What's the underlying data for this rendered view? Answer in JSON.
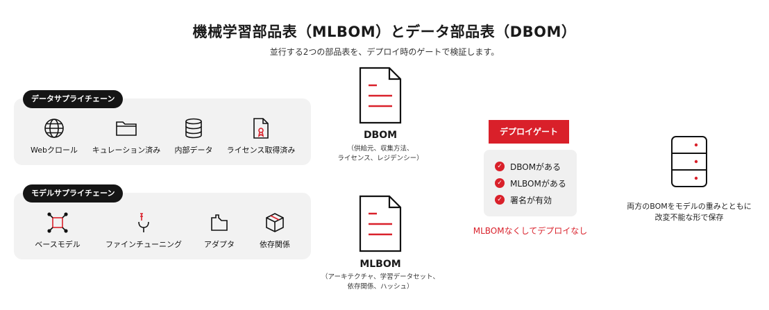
{
  "header": {
    "title": "機械学習部品表（MLBOM）とデータ部品表（DBOM）",
    "subtitle": "並行する2つの部品表を、デプロイ時のゲートで検証します。"
  },
  "data_chain": {
    "label": "データサプライチェーン",
    "items": [
      {
        "label": "Webクロール",
        "icon": "globe-icon"
      },
      {
        "label": "キュレーション済み",
        "icon": "folder-icon"
      },
      {
        "label": "内部データ",
        "icon": "database-icon"
      },
      {
        "label": "ライセンス取得済み",
        "icon": "license-document-icon"
      }
    ]
  },
  "model_chain": {
    "label": "モデルサプライチェーン",
    "items": [
      {
        "label": "ベースモデル",
        "icon": "base-model-icon"
      },
      {
        "label": "ファインチューニング",
        "icon": "fine-tuning-icon"
      },
      {
        "label": "アダプタ",
        "icon": "adapter-icon"
      },
      {
        "label": "依存関係",
        "icon": "package-box-icon"
      }
    ]
  },
  "dbom": {
    "title": "DBOM",
    "desc_line1": "（供給元、収集方法、",
    "desc_line2": "ライセンス、レジデンシー）"
  },
  "mlbom": {
    "title": "MLBOM",
    "desc_line1": "（アーキテクチャ、学習データセット、",
    "desc_line2": "依存関係、ハッシュ）"
  },
  "gate": {
    "label": "デプロイゲート",
    "checks": [
      "DBOMがある",
      "MLBOMがある",
      "署名が有効"
    ],
    "note": "MLBOMなくしてデプロイなし"
  },
  "result": {
    "line1": "両方のBOMをモデルの重みとともに",
    "line2": "改変不能な形で保存"
  },
  "colors": {
    "accent": "#d9202a",
    "panel": "#f2f2f2",
    "pill": "#151515"
  }
}
